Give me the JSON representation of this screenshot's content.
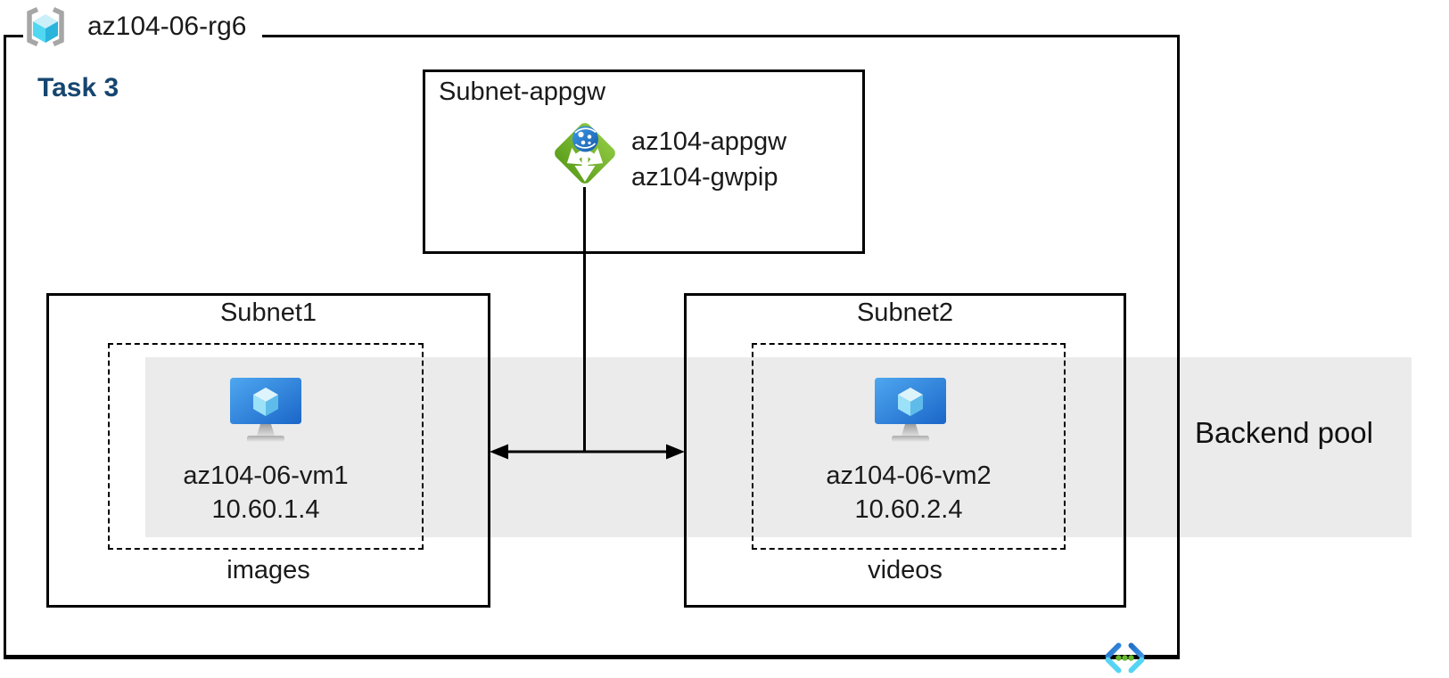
{
  "diagram": {
    "resource_group": {
      "label": "az104-06-rg6",
      "icon": "resource-group-icon"
    },
    "task": {
      "label": "Task 3",
      "color": "#17466F"
    },
    "appgw_subnet": {
      "title": "Subnet-appgw",
      "gateway": {
        "icon": "application-gateway-icon",
        "name": "az104-appgw",
        "public_ip": "az104-gwpip"
      }
    },
    "subnets": [
      {
        "title": "Subnet1",
        "vm": {
          "icon": "virtual-machine-icon",
          "name": "az104-06-vm1",
          "ip": "10.60.1.4"
        },
        "caption": "images"
      },
      {
        "title": "Subnet2",
        "vm": {
          "icon": "virtual-machine-icon",
          "name": "az104-06-vm2",
          "ip": "10.60.2.4"
        },
        "caption": "videos"
      }
    ],
    "backend_pool": {
      "label": "Backend pool",
      "band_color": "#EBEBEB"
    },
    "footer_icon": "virtual-network-icon",
    "colors": {
      "border": "#000000",
      "task_blue": "#17466F",
      "appgw_green": "#76B82A",
      "vm_blue": "#2F87DD",
      "vnet_blue": "#2E83D8",
      "vnet_cyan": "#55D4F5",
      "vnet_dot_green": "#67B82D",
      "band_gray": "#EBEBEB"
    }
  }
}
